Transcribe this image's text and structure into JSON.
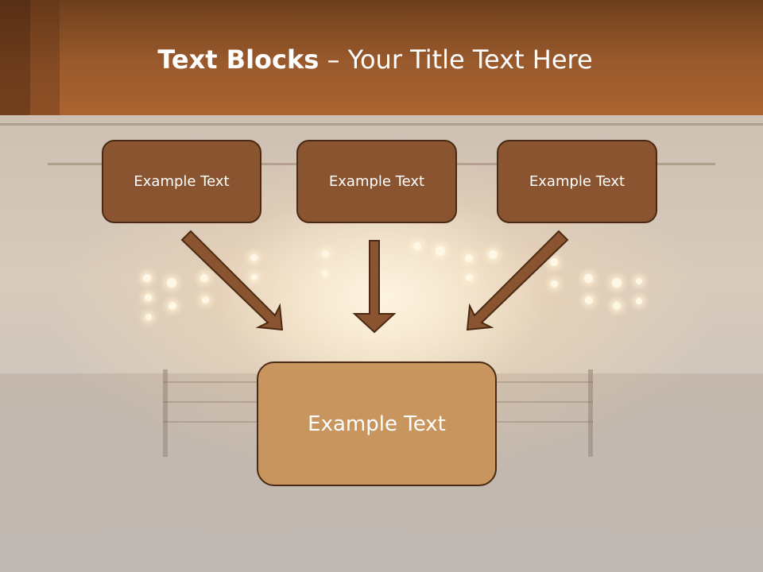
{
  "slide": {
    "title_bold": "Text Blocks",
    "title_dash": " – ",
    "title_rest": "Your Title Text Here",
    "top_boxes": [
      {
        "label": "Example Text"
      },
      {
        "label": "Example Text"
      },
      {
        "label": "Example Text"
      }
    ],
    "bottom_box": {
      "label": "Example Text"
    }
  },
  "colors": {
    "header": "#9a5a2c",
    "top_box_fill": "#8a5430",
    "bottom_box_fill": "#c8955f",
    "outline": "#4a2a12"
  }
}
